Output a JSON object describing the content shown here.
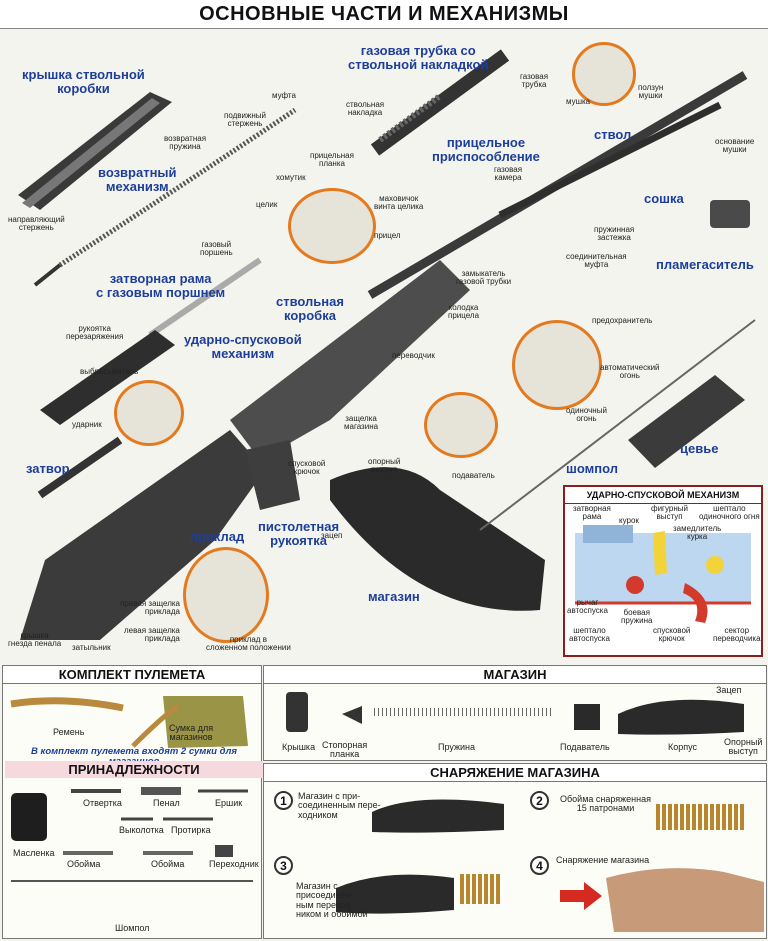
{
  "title": "ОСНОВНЫЕ ЧАСТИ И МЕХАНИЗМЫ",
  "parts": {
    "receiver_cover": "крышка ствольной\nкоробки",
    "return_mechanism": "возвратный\nмеханизм",
    "bolt_carrier": "затворная рама\nс газовым поршнем",
    "bolt": "затвор",
    "gas_tube": "газовая трубка со\nствольной накладкой",
    "sight": "прицельное\nприспособление",
    "barrel": "ствол",
    "bipod": "сошка",
    "flash_hider": "пламегаситель",
    "receiver": "ствольная\nкоробка",
    "trigger_mech": "ударно-спусковой\nмеханизм",
    "stock": "приклад",
    "pistol_grip": "пистолетная\nрукоятка",
    "magazine": "магазин",
    "rod": "шомпол",
    "handguard": "цевье"
  },
  "labels": {
    "muzzle_sleeve": "муфта",
    "movable_rod": "подвижный\nстержень",
    "return_spring": "возвратная\nпружина",
    "guide_rod": "направляющий\nстержень",
    "gas_piston": "газовый\nпоршень",
    "charging_handle": "рукоятка\nперезаряжения",
    "ejector": "выбрасыватель",
    "firing_pin": "ударник",
    "gas_tube_sm": "газовая\nтрубка",
    "barrel_guard": "ствольная\nнакладка",
    "clamp": "хомутик",
    "sight_leaf": "прицельная\nпланка",
    "rear_sight_notch": "целик",
    "rear_sight_wheel": "маховичок\nвинта целика",
    "rear_sight": "прицел",
    "front_sight": "мушка",
    "front_sight_slider": "ползун\nмушки",
    "front_sight_base": "основание\nмушки",
    "gas_chamber": "газовая\nкамера",
    "spring_latch": "пружинная\nзастежка",
    "connecting_sleeve": "соединительная\nмуфта",
    "gas_tube_lock": "замыкатель\nгазовой трубки",
    "sight_block": "колодка\nприцела",
    "safety": "предохранитель",
    "auto_fire": "автоматический\nогонь",
    "single_fire": "одиночный\nогонь",
    "fire_selector": "переводчик",
    "magazine_catch": "защелка\nмагазина",
    "trigger": "спусковой\nкрючок",
    "support_lug": "опорный\nвыступ",
    "follower": "подаватель",
    "hook": "зацеп",
    "right_stock_latch": "правая защелка\nприклада",
    "left_stock_latch": "левая защелка\nприклада",
    "stock_folded": "приклад в\nсложенном положении",
    "case_lid": "крышка\nгнезда пенала",
    "butt_plate": "затыльник"
  },
  "trigger_box": {
    "title": "УДАРНО-СПУСКОВОЙ МЕХАНИЗМ",
    "bolt_frame": "затворная\nрама",
    "hammer": "курок",
    "shaped_lug": "фигурный\nвыступ",
    "hammer_retarder": "замедлитель\nкурка",
    "single_sear": "шептало\nодиночного огня",
    "auto_lever": "рычаг\nавтоспуска",
    "mainspring": "боевая\nпружина",
    "auto_sear": "шептало\nавтоспуска",
    "trigger": "спусковой\nкрючок",
    "selector_sector": "сектор\nпереводчика"
  },
  "kit": {
    "title": "КОМПЛЕКТ ПУЛЕМЕТА",
    "belt": "Ремень",
    "bag": "Сумка для\nмагазинов",
    "note": "В комплект пулемета входят 2 сумки для магазинов"
  },
  "accessories": {
    "title": "ПРИНАДЛЕЖНОСТИ",
    "oiler": "Масленка",
    "screwdriver": "Отвертка",
    "case": "Пенал",
    "brush": "Ершик",
    "punch": "Выколотка",
    "wiper": "Протирка",
    "clip1": "Обойма",
    "clip2": "Обойма",
    "adapter": "Переходник",
    "rod": "Шомпол"
  },
  "magazine_panel": {
    "title": "МАГАЗИН",
    "cover": "Крышка",
    "stop_plate": "Стопорная\nпланка",
    "spring": "Пружина",
    "follower": "Подаватель",
    "body": "Корпус",
    "hook": "Зацеп",
    "support": "Опорный\nвыступ"
  },
  "loading": {
    "title": "СНАРЯЖЕНИЕ МАГАЗИНА",
    "steps": [
      {
        "n": "1",
        "text": "Магазин с при-\nсоединенным пере-\nходником"
      },
      {
        "n": "2",
        "text": "Обойма снаряженная\n15 патронами"
      },
      {
        "n": "3",
        "text": "Магазин с\nприсоединен-\nным переход-\nником и обоймой"
      },
      {
        "n": "4",
        "text": "Снаряжение магазина"
      }
    ]
  },
  "colors": {
    "accent_blue": "#1d3e9a",
    "accent_orange": "#e37a1f",
    "pink": "#f6d9de",
    "dark_red": "#8a1f1f"
  }
}
